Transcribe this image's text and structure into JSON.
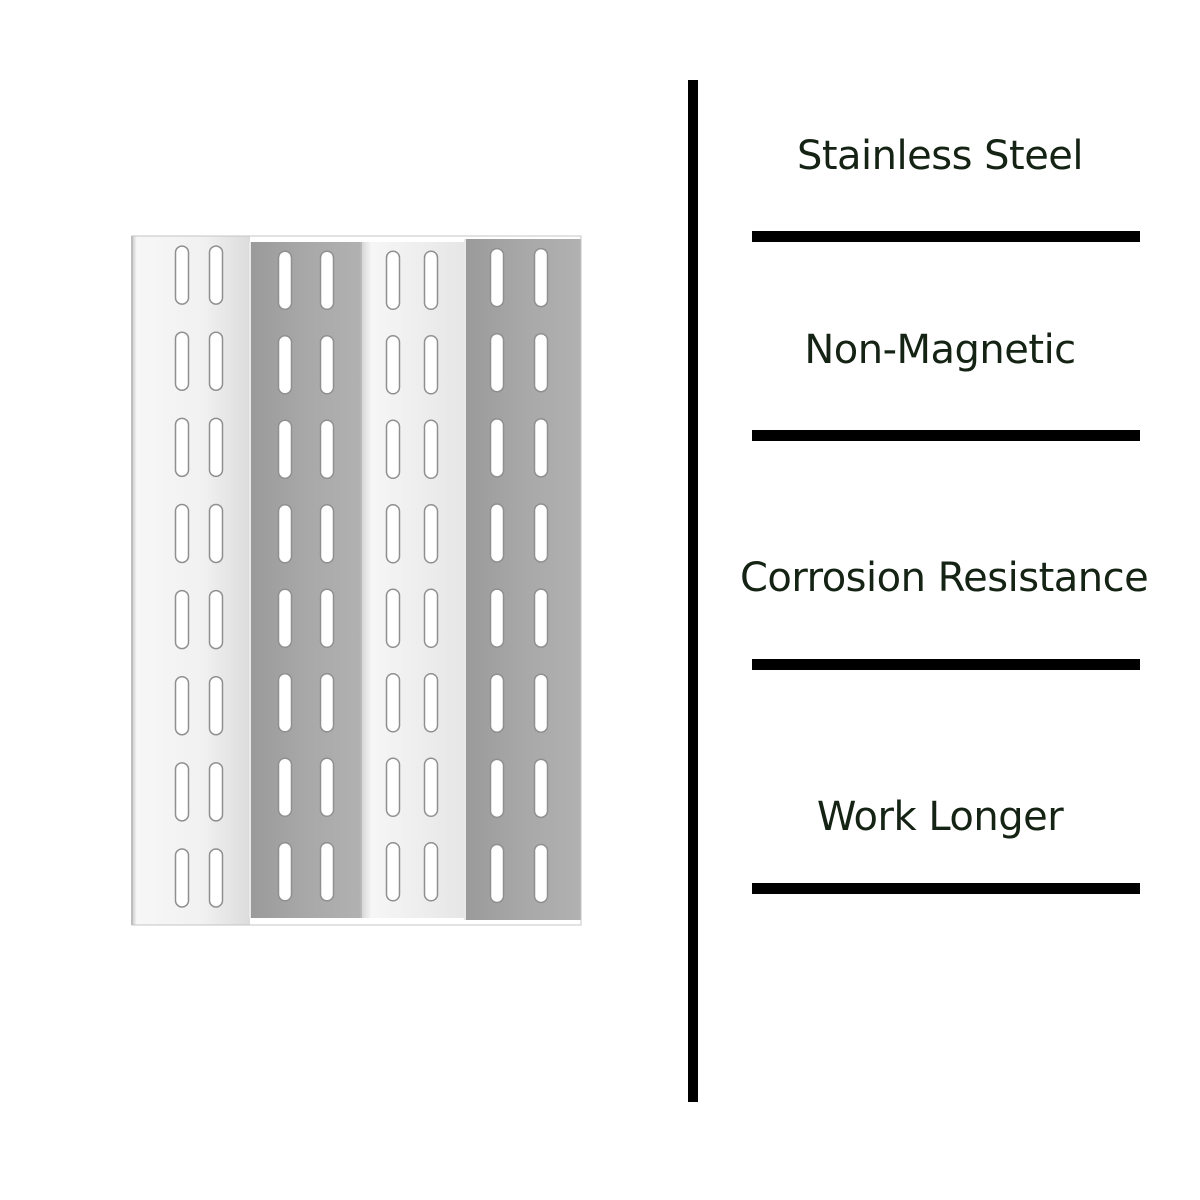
{
  "features": [
    {
      "label": "Stainless Steel"
    },
    {
      "label": "Non-Magnetic"
    },
    {
      "label": "Corrosion Resistance"
    },
    {
      "label": "Work Longer"
    }
  ],
  "colors": {
    "background": "#ffffff",
    "text": "#142314",
    "rule": "#000000",
    "steel_light": "#f2f2f2",
    "steel_dark": "#a9a9a9"
  },
  "product": {
    "icon": "heat-plate-icon",
    "panel_count": 4,
    "slot_rows": 8,
    "slot_columns_per_panel": 2
  }
}
